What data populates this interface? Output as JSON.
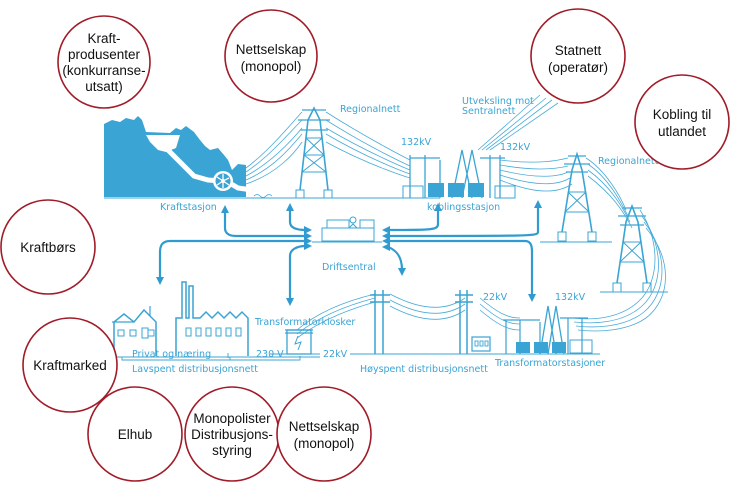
{
  "colors": {
    "grid_blue": "#3aa4d4",
    "circle_border": "#a01c28",
    "circle_text": "#111111"
  },
  "labels": {
    "regionalnett_left": "Regionalnett",
    "utveksling_line1": "Utveksling mot",
    "utveksling_line2": "Sentralnett",
    "kv132_left": "132kV",
    "kv132_right": "132kV",
    "regionalnett_right": "Regionalnett",
    "kraftstasjon": "Kraftstasjon",
    "koblingsstasjon": "koblingsstasjon",
    "driftsentral": "Driftsentral",
    "transformatorkiosker": "Transformatorkiosker",
    "kv22_top": "22kV",
    "kv132_bottom": "132kV",
    "privat_og_naering": "Privat og næring",
    "v230": "230 V",
    "kv22_bottom": "22kV",
    "lavspent": "Lavspent distribusjonsnett",
    "hoyspent": "Høyspent distribusjonsnett",
    "transformatorstasjoner": "Transformatorstasjoner"
  },
  "circles": [
    {
      "id": "kraftprodusenter",
      "lines": [
        "Kraft-",
        "produsenter",
        "(konkurranse-",
        "utsatt)"
      ]
    },
    {
      "id": "nettselskap-top",
      "lines": [
        "Nettselskap",
        "(monopol)"
      ]
    },
    {
      "id": "statnett",
      "lines": [
        "Statnett",
        "(operatør)"
      ]
    },
    {
      "id": "kobling-utlandet",
      "lines": [
        "Kobling til",
        "utlandet"
      ]
    },
    {
      "id": "kraftbors",
      "lines": [
        "Kraftbørs"
      ]
    },
    {
      "id": "kraftmarked",
      "lines": [
        "Kraftmarked"
      ]
    },
    {
      "id": "elhub",
      "lines": [
        "Elhub"
      ]
    },
    {
      "id": "monopolister",
      "lines": [
        "Monopolister",
        "Distribusjons-",
        "styring"
      ]
    },
    {
      "id": "nettselskap-bottom",
      "lines": [
        "Nettselskap",
        "(monopol)"
      ]
    }
  ]
}
